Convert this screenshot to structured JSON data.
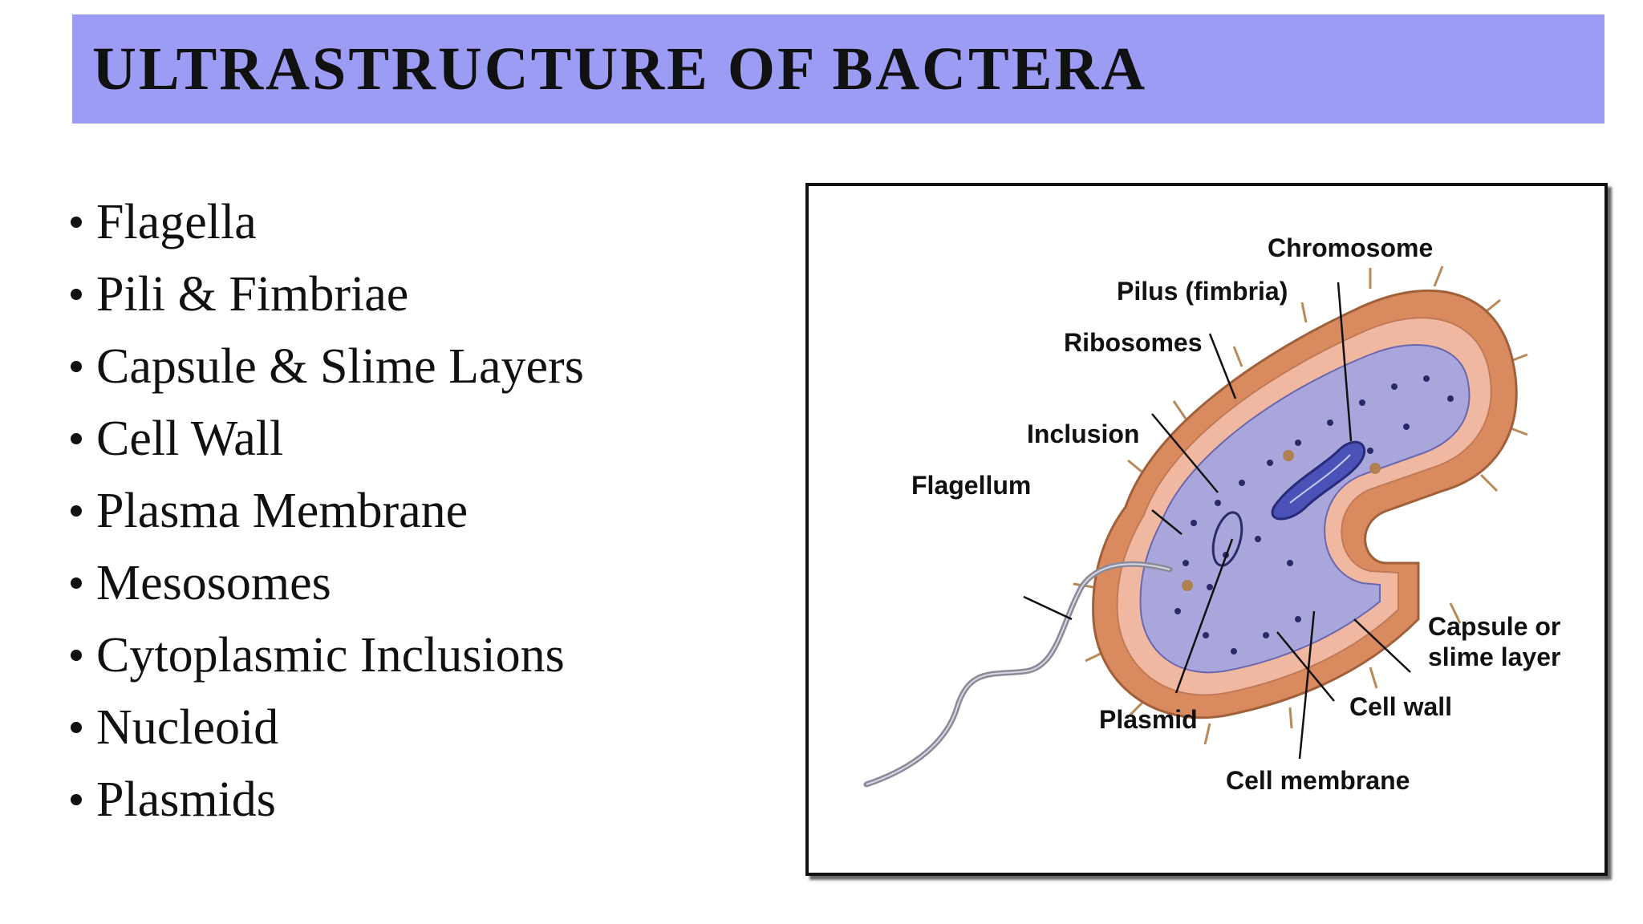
{
  "title": "ULTRASTRUCTURE OF BACTERA",
  "bullets": [
    "Flagella",
    "Pili & Fimbriae",
    "Capsule & Slime Layers",
    "Cell Wall",
    "Plasma Membrane",
    "Mesosomes",
    "Cytoplasmic Inclusions",
    "Nucleoid",
    "Plasmids"
  ],
  "diagram": {
    "labels": {
      "chromosome": "Chromosome",
      "pilus": "Pilus (fimbria)",
      "ribosomes": "Ribosomes",
      "inclusion": "Inclusion",
      "flagellum": "Flagellum",
      "capsule_line1": "Capsule or",
      "capsule_line2": "slime layer",
      "cell_wall": "Cell wall",
      "plasmid": "Plasmid",
      "cell_membrane": "Cell membrane"
    }
  },
  "colors": {
    "title_bg": "#9c9cf5",
    "capsule": "#d98a5e",
    "cell_wall": "#f0b8a0",
    "cytoplasm": "#a9a6dc",
    "flagellum": "#8a8a98"
  }
}
